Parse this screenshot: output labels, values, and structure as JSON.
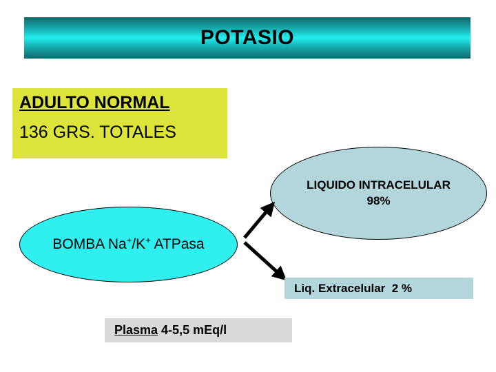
{
  "slide": {
    "title": "POTASIO",
    "background_color": "#FFFFFF"
  },
  "banner": {
    "label": "POTASIO",
    "gradient_edge_color": "#0F6A6C",
    "gradient_center_color": "#22EFEF"
  },
  "adult_box": {
    "heading": "ADULTO NORMAL",
    "subtext": "136 GRS. TOTALES",
    "background_color": "#DDE53A"
  },
  "pump_ellipse": {
    "label_before": "BOMBA Na",
    "sup_1": "+",
    "label_mid": "/K",
    "sup_2": "+",
    "label_after": " ATPasa",
    "full_label": "BOMBA Na+/K+ ATPasa",
    "background_color": "#2FF0EF"
  },
  "icf_ellipse": {
    "line1": "LIQUIDO INTRACELULAR",
    "line2": "98%",
    "background_color": "#B3D6DC"
  },
  "ecf_box": {
    "label": "Liq. Extracelular  2 %",
    "background_color": "#B3D6DC"
  },
  "plasma_box": {
    "label_underlined": "Plasma",
    "label_rest": " 4-5,5 mEq/l",
    "background_color": "#D9D9D9"
  },
  "arrows": {
    "color": "#000000",
    "up_arrow_label": "arrow-to-intracellular",
    "down_arrow_label": "arrow-to-extracellular"
  }
}
